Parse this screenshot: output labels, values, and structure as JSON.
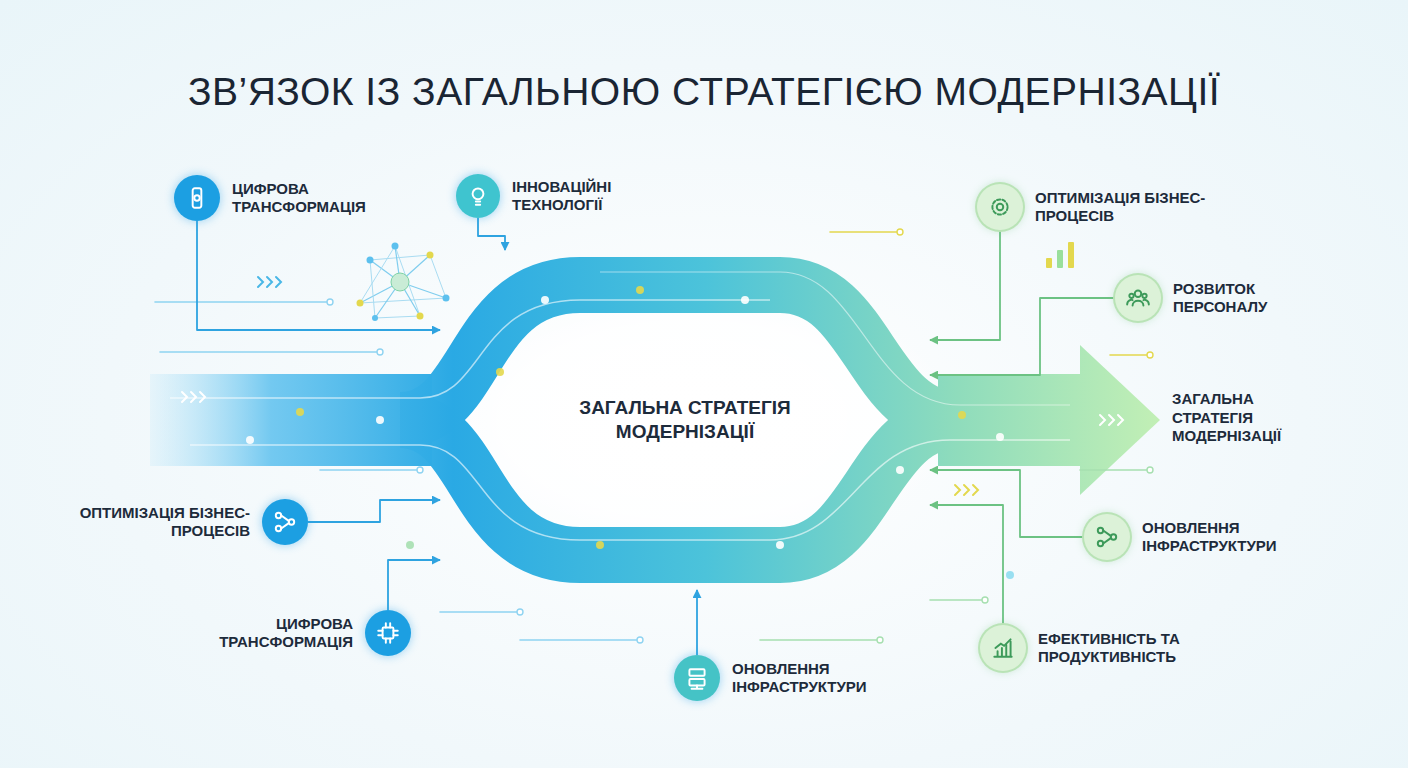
{
  "diagram": {
    "title": "ЗВ’ЯЗОК ІЗ ЗАГАЛЬНОЮ СТРАТЕГІЄЮ МОДЕРНІЗАЦІЇ",
    "nodes": [
      {
        "text": [
          "ЦИФРОВА ТРАНСФОРМАЦІЯ"
        ]
      },
      {
        "text": [
          "ІННОВАЦІЙНІ ТЕХНОЛОГІЇ"
        ]
      },
      {
        "text": [
          "ОПТИМІЗАЦІЯ БІЗНЕС-ПРОЦЕСІВ"
        ]
      },
      {
        "text": [
          "РОЗВИТОК ПЕРСОНАЛУ"
        ]
      },
      {
        "text": [
          "ЗАГАЛЬНА СТРАТЕГІЯ МОДЕРНІЗАЦІЇ"
        ]
      },
      {
        "text": [
          "ОПТИМІЗАЦІЯ БІЗНЕС-ПРОЦЕСІВ"
        ]
      },
      {
        "text": [
          "ОНОВЛЕННЯ ІНФРАСТРУКТУРИ"
        ]
      },
      {
        "text": [
          "ЦИФРОВА ТРАНСФОРМАЦІЯ"
        ]
      },
      {
        "text": [
          "ЕФЕКТИВНІСТЬ ТА ПРОДУКТИВНІСТЬ"
        ]
      },
      {
        "text": [
          "ОНОВЛЕННЯ ІНФРАСТРУКТУРИ"
        ]
      }
    ],
    "edges": [
      {
        "from": 0,
        "to": 4,
        "arrow": "to"
      },
      {
        "from": 1,
        "to": 4,
        "arrow": "to"
      },
      {
        "from": 2,
        "to": 4,
        "arrow": "to"
      },
      {
        "from": 3,
        "to": 4,
        "arrow": "to"
      },
      {
        "from": 5,
        "to": 4,
        "arrow": "to"
      },
      {
        "from": 6,
        "to": 4,
        "arrow": "to"
      },
      {
        "from": 7,
        "to": 4,
        "arrow": "to"
      },
      {
        "from": 8,
        "to": 4,
        "arrow": "to"
      },
      {
        "from": 9,
        "to": 4,
        "arrow": "to"
      }
    ],
    "labels": [
      "ЗАГАЛЬНА СТРАТЕГІЯ МОДЕРНІЗАЦІЇ"
    ]
  }
}
